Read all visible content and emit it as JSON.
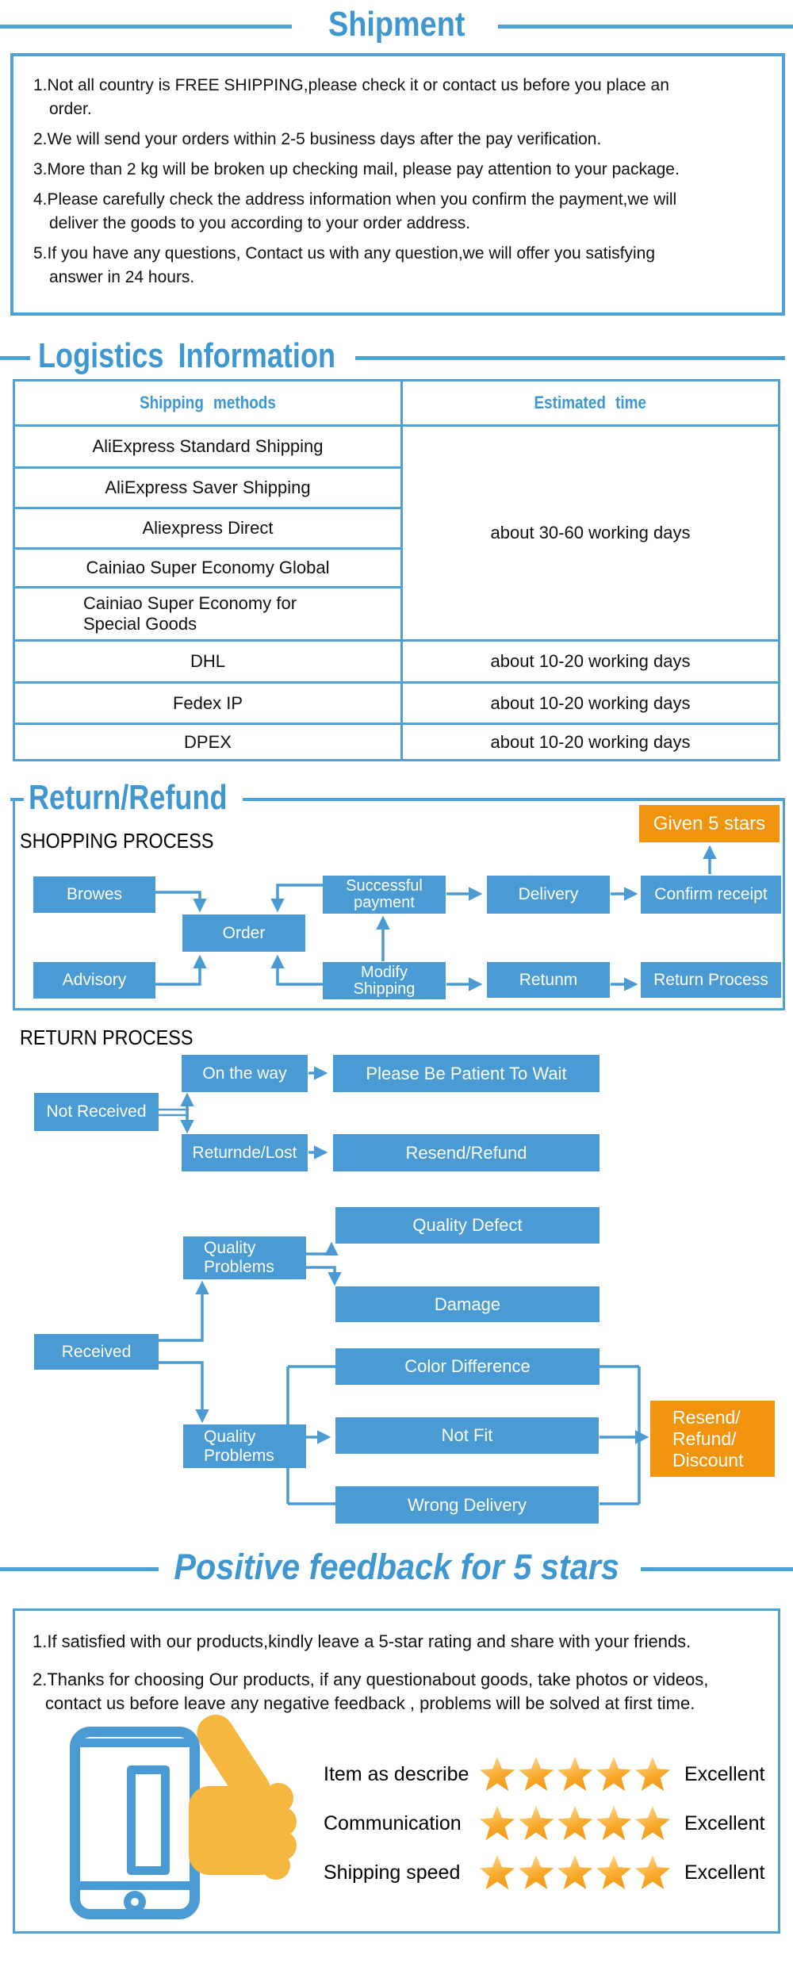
{
  "colors": {
    "accent_blue": "#3e97d0",
    "box_blue": "#4a9bd3",
    "line_blue": "#4da1d6",
    "accent_orange": "#f0940e",
    "star_orange": "#f8a82a",
    "thumb_orange": "#f6b741",
    "text": "#111111"
  },
  "shipment": {
    "title": "Shipment",
    "items": [
      {
        "text": "1.Not all country is FREE SHIPPING,please check it or contact us before you place an\norder."
      },
      {
        "text": "2.We will send your orders within 2-5 business days after the pay verification."
      },
      {
        "text": "3.More than 2 kg will be broken up checking mail, please pay attention to your package."
      },
      {
        "text": "4.Please carefully check the address information when you confirm the payment,we will\ndeliver the goods to you according to your order address."
      },
      {
        "text": "5.If you have any questions, Contact us with any question,we will offer you satisfying\nanswer in 24 hours."
      }
    ]
  },
  "logistics": {
    "title": "Logistics Information",
    "table": {
      "headers": [
        "Shipping methods",
        "Estimated time"
      ],
      "group_methods": [
        "AliExpress Standard Shipping",
        "AliExpress Saver Shipping",
        "Aliexpress Direct",
        "Cainiao Super Economy Global",
        "Cainiao Super Economy for\nSpecial Goods"
      ],
      "group_time": "about 30-60 working days",
      "rows": [
        {
          "method": "DHL",
          "time": "about 10-20 working days"
        },
        {
          "method": "Fedex IP",
          "time": "about 10-20 working days"
        },
        {
          "method": "DPEX",
          "time": "about 10-20 working days"
        }
      ]
    }
  },
  "return_refund": {
    "title": "Return/Refund",
    "shopping_process_label": "SHOPPING PROCESS",
    "return_process_label": "RETURN PROCESS",
    "given_stars_label": "Given 5 stars",
    "shopping_boxes": {
      "browes": "Browes",
      "advisory": "Advisory",
      "order": "Order",
      "successful_payment": "Successful\npayment",
      "modify_shipping": "Modify\nShipping",
      "delivery": "Delivery",
      "retunm": "Retunm",
      "confirm_receipt": "Confirm receipt",
      "return_process": "Return Process"
    },
    "return_boxes": {
      "not_received": "Not Received",
      "on_the_way": "On the way",
      "be_patient": "Please Be Patient To Wait",
      "returnde_lost": "Returnde/Lost",
      "resend_refund": "Resend/Refund",
      "received": "Received",
      "quality_problems_top": "Quality\nProblems",
      "quality_defect": "Quality Defect",
      "damage": "Damage",
      "color_difference": "Color Difference",
      "quality_problems_bottom": "Quality\nProblems",
      "not_fit": "Not Fit",
      "wrong_delivery": "Wrong Delivery",
      "resend_refund_discount": "Resend/\nRefund/\nDiscount"
    }
  },
  "feedback": {
    "title": "Positive feedback for 5 stars",
    "notes": [
      {
        "text": "1.If satisfied with our products,kindly leave a 5-star rating and share with your friends."
      },
      {
        "text": "2.Thanks for choosing Our products, if any questionabout goods, take photos or videos,\ncontact us before leave any negative feedback , problems will be solved at first time."
      }
    ],
    "ratings": [
      {
        "label": "Item as describe",
        "stars": 5,
        "value": "Excellent"
      },
      {
        "label": "Communication",
        "stars": 5,
        "value": "Excellent"
      },
      {
        "label": "Shipping speed",
        "stars": 5,
        "value": "Excellent"
      }
    ]
  }
}
